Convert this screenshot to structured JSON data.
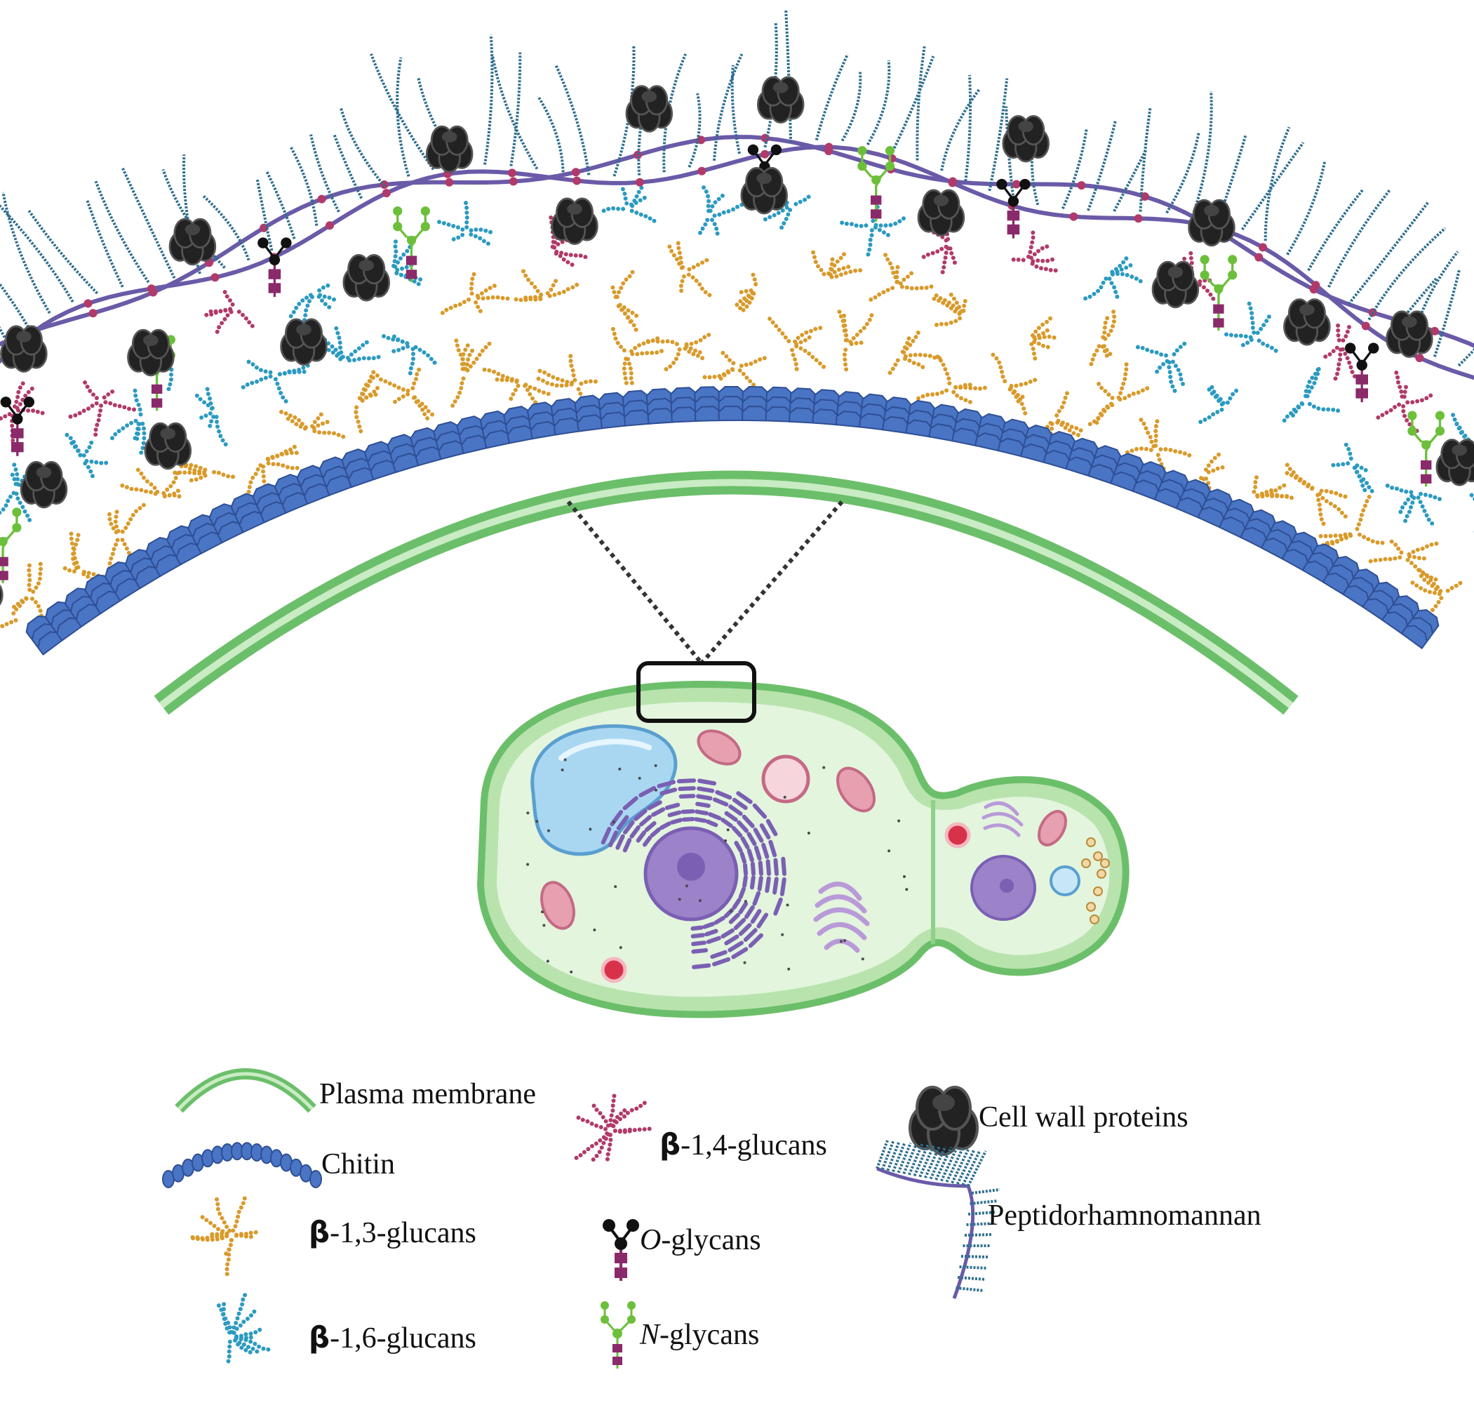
{
  "legend": {
    "plasma_membrane": "Plasma membrane",
    "chitin": "Chitin",
    "beta13": {
      "symbol": "β",
      "rest": "-1,3-glucans"
    },
    "beta16": {
      "symbol": "β",
      "rest": "-1,6-glucans"
    },
    "beta14": {
      "symbol": "β",
      "rest": "-1,4-glucans"
    },
    "o_glycans": {
      "prefix": "O",
      "rest": "-glycans"
    },
    "n_glycans": {
      "prefix": "N",
      "rest": "-glycans"
    },
    "cell_wall_proteins": "Cell wall proteins",
    "peptidorhamnomannan": "Peptidorhamnomannan"
  },
  "colors": {
    "membrane": "#6cbf6a",
    "membrane_light": "#c9ecc4",
    "chitin": "#4a74c4",
    "beta13": "#d89a2a",
    "beta16": "#2b9ac0",
    "beta14": "#b03a6a",
    "o_glycan_node": "#111111",
    "glycan_stem": "#8a2a6a",
    "n_glycan_node": "#6cbf3a",
    "protein": "#222222",
    "prm": "#2f6f8f",
    "prm_backbone": "#6a5aa8",
    "cytoplasm": "#dff3d8",
    "vacuole": "#a9d7f2",
    "nucleus": "#9b82c9",
    "mito": "#e7a0b0"
  }
}
